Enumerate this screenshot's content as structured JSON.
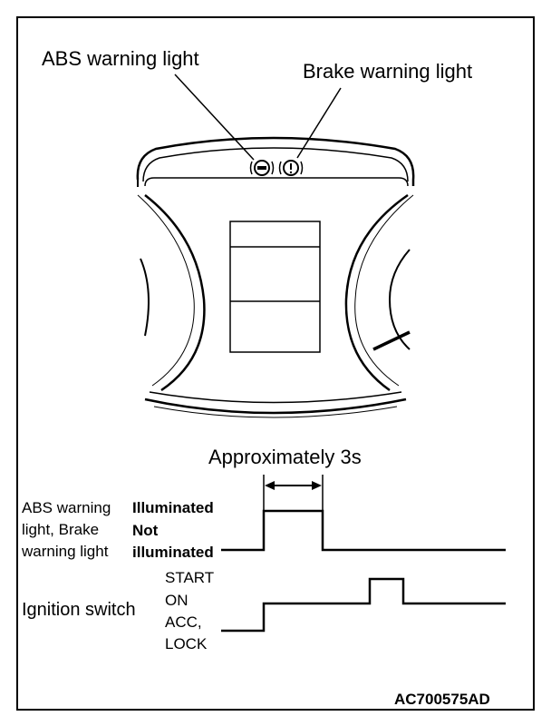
{
  "callouts": {
    "abs_light": "ABS warning light",
    "brake_light": "Brake warning light"
  },
  "timing": {
    "duration_label": "Approximately 3s"
  },
  "signals": {
    "warning": {
      "name_lines": [
        "ABS warning",
        "light, Brake",
        "warning light"
      ],
      "states": [
        "Illuminated",
        "Not",
        "illuminated"
      ]
    },
    "ignition": {
      "name": "Ignition switch",
      "states": [
        "START",
        "ON",
        "ACC,",
        "LOCK"
      ]
    }
  },
  "figure_code": "AC700575AD",
  "icons": [
    "abs-indicator-icon",
    "brake-indicator-icon"
  ]
}
